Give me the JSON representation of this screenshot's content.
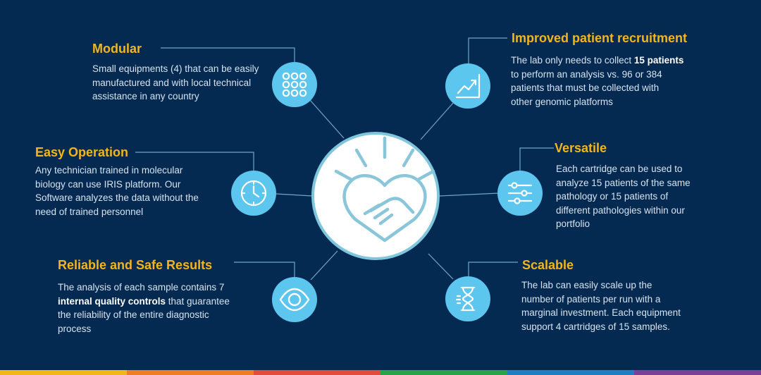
{
  "colors": {
    "background": "#042a52",
    "title": "#f2b61b",
    "text": "#d7e2ee",
    "icon_fill": "#5cc6ef",
    "connector": "#6fa6c8",
    "center_ring": "#7fc6dd"
  },
  "center": {
    "icon": "heart-handshake-icon"
  },
  "features": {
    "modular": {
      "title": "Modular",
      "line1": "Small equipments (4) that can be easily",
      "line2": "manufactured and with local technical",
      "line3": "assistance in any country",
      "icon": "grid-dots-icon"
    },
    "easy_operation": {
      "title": "Easy Operation",
      "line1": "Any technician trained in molecular",
      "line2": "biology can use IRIS platform. Our",
      "line3": "Software analyzes the data without the",
      "line4": "need of trained personnel",
      "icon": "clock-icon"
    },
    "reliable": {
      "title": "Reliable and Safe Results",
      "line1": "The analysis of each sample contains 7",
      "line2_bold": "internal quality controls",
      "line2_rest": " that guarantee",
      "line3": "the reliability of the entire diagnostic",
      "line4": "process",
      "icon": "eye-icon"
    },
    "recruitment": {
      "title": "Improved patient recruitment",
      "line1_pre": "The lab only needs to collect ",
      "line1_bold": "15 patients",
      "line2": "to perform an analysis vs. 96 or 384",
      "line3": "patients that must be collected with",
      "line4": "other genomic platforms",
      "icon": "trend-chart-icon"
    },
    "versatile": {
      "title": "Versatile",
      "line1": "Each cartridge can be used to",
      "line2": "analyze 15 patients of the same",
      "line3": "pathology or 15 patients of",
      "line4": "different pathologies within our",
      "line5": "portfolio",
      "icon": "sliders-icon"
    },
    "scalable": {
      "title": "Scalable",
      "line1": "The lab can easily scale up the",
      "line2": "number of patients per run with a",
      "line3": "marginal investment. Each equipment",
      "line4": "support 4 cartridges of 15 samples.",
      "icon": "hourglass-icon"
    }
  },
  "bottom_bar_colors": [
    "#f2b61b",
    "#ef7d22",
    "#e34b3b",
    "#27a44a",
    "#1d7fc1",
    "#7b3f98"
  ]
}
